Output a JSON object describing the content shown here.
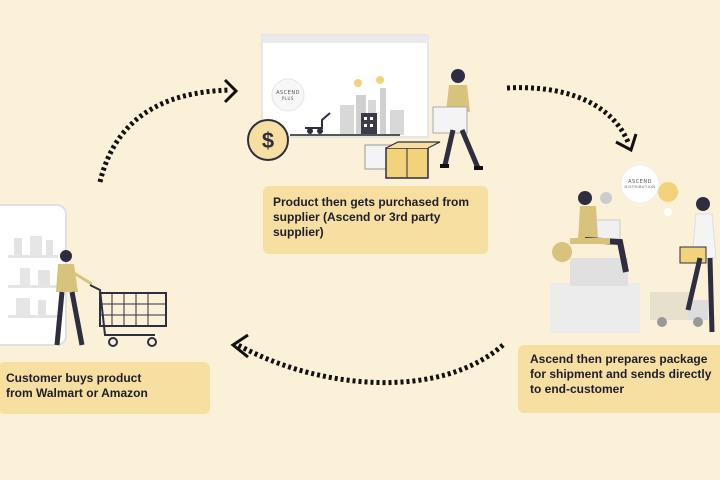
{
  "steps": [
    {
      "id": "supplier",
      "lines": [
        "Product then gets purchased from",
        "supplier (Ascend or 3rd party",
        "supplier)"
      ]
    },
    {
      "id": "customer",
      "lines": [
        "Customer buys product",
        "from Walmart or Amazon"
      ]
    },
    {
      "id": "shipment",
      "lines": [
        "Ascend then prepares package",
        "for shipment and sends directly",
        "to end-customer"
      ]
    }
  ],
  "logos": {
    "factory_logo": "ASCEND",
    "factory_logo_sub": "PLUS",
    "distribution_logo": "ASCEND",
    "distribution_logo_sub": "DISTRIBUTION"
  },
  "icons": {
    "currency": "$"
  },
  "colors": {
    "background": "#fbf1d9",
    "caption_bg": "#f6dfa1",
    "accent": "#f3d27c",
    "dark": "#2f2e41"
  }
}
